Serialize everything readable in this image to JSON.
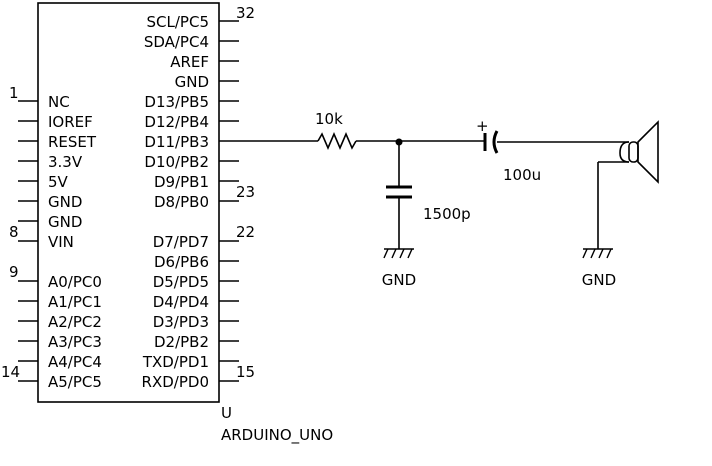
{
  "component": {
    "reference": "U",
    "name": "ARDUINO_UNO",
    "left_pins": [
      "NC",
      "IOREF",
      "RESET",
      "3.3V",
      "5V",
      "GND",
      "GND",
      "VIN",
      "A0/PC0",
      "A1/PC1",
      "A2/PC2",
      "A3/PC3",
      "A4/PC4",
      "A5/PC5"
    ],
    "right_pins": [
      "SCL/PC5",
      "SDA/PC4",
      "AREF",
      "GND",
      "D13/PB5",
      "D12/PB4",
      "D11/PB3",
      "D10/PB2",
      "D9/PB1",
      "D8/PB0",
      "D7/PD7",
      "D6/PB6",
      "D5/PD5",
      "D4/PD4",
      "D3/PD3",
      "D2/PB2",
      "TXD/PD1",
      "RXD/PD0"
    ],
    "pin_numbers": {
      "n1": "1",
      "n8": "8",
      "n9": "9",
      "n14": "14",
      "n32": "32",
      "n23": "23",
      "n22": "22",
      "n15": "15"
    }
  },
  "resistor": {
    "value": "10k"
  },
  "capacitor": {
    "value": "1500p"
  },
  "electrolytic": {
    "polarity": "+",
    "value": "100u"
  },
  "grounds": {
    "left_label": "GND",
    "right_label": "GND"
  }
}
